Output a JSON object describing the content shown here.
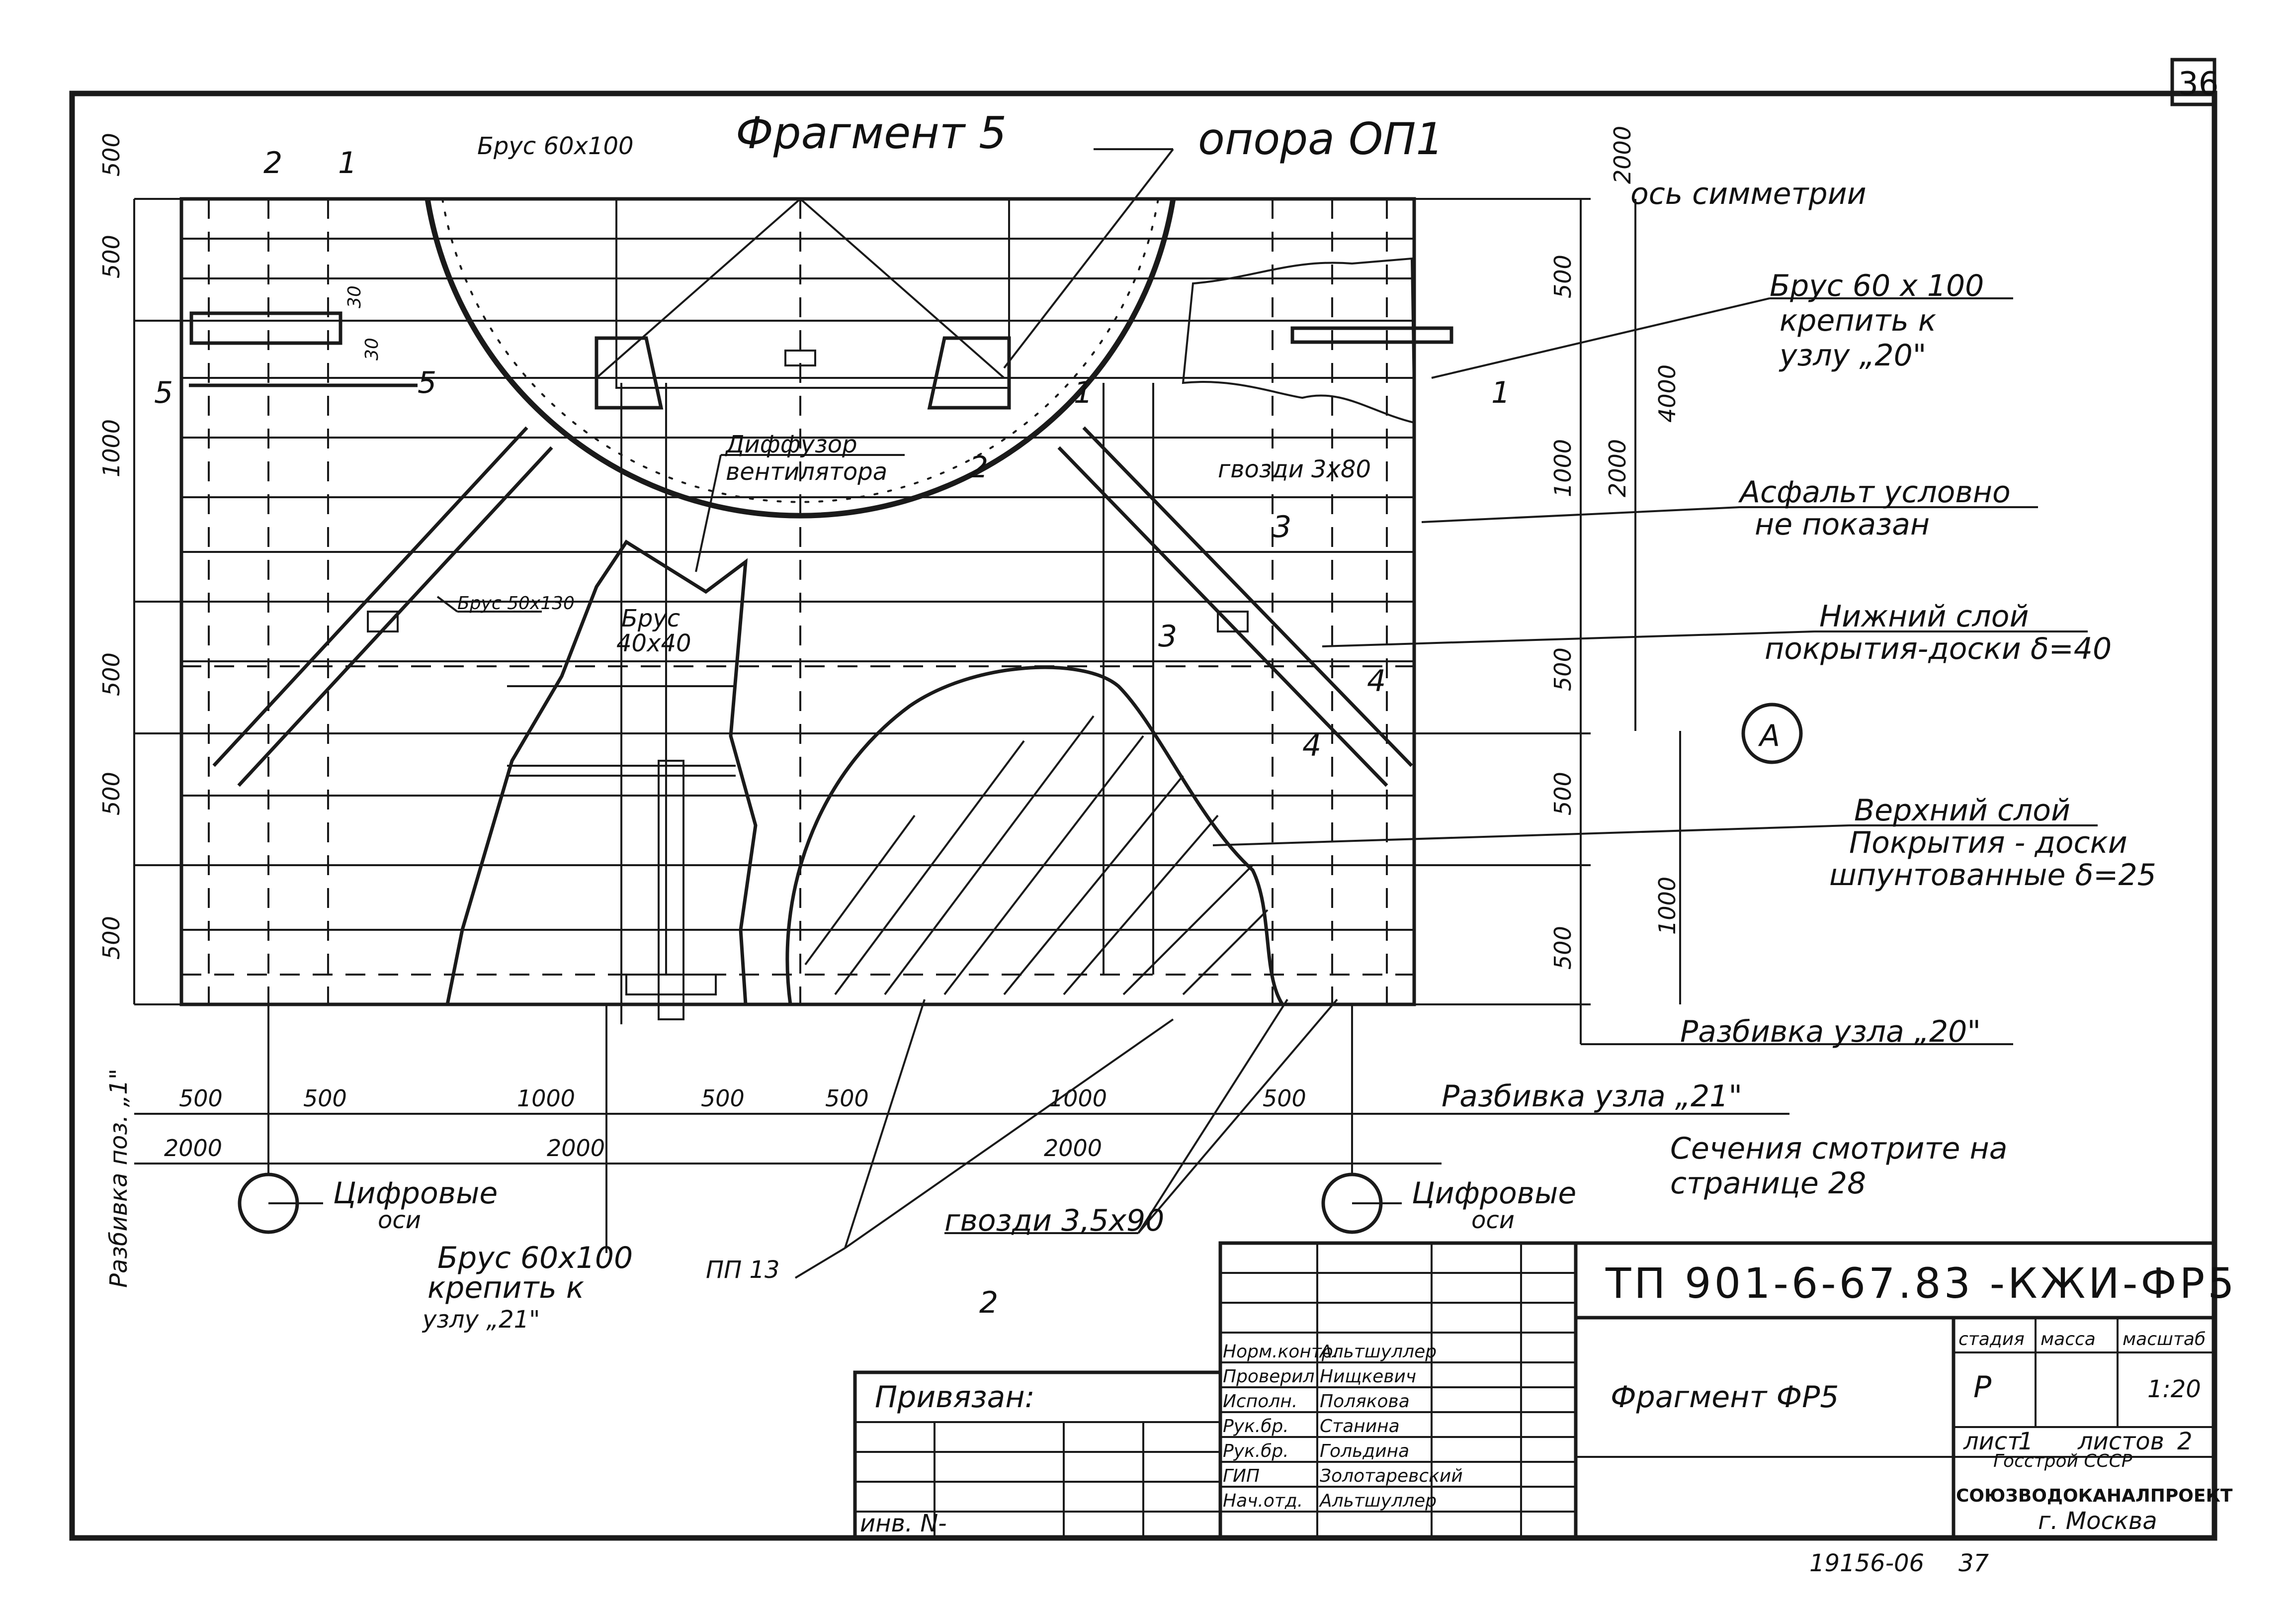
{
  "sheet_number": "36",
  "title": "Фрагмент 5",
  "labels": {
    "opora": "опора ОП1",
    "os_simmetrii": "ось симметрии",
    "brus_top_left": "Брус 60х100",
    "brus_right_1": "Брус 60 х 100",
    "brus_right_2": "крепить к",
    "brus_right_3": "узлу „20\"",
    "diffuzor_1": "Диффузор",
    "diffuzor_2": "вентилятора",
    "gvozdi_1": "гвозди 3х80",
    "asfalt_1": "Асфальт условно",
    "asfalt_2": "не показан",
    "brus_5030": "Брус 50х130",
    "brus_4040_1": "Брус",
    "brus_4040_2": "40х40",
    "nizh_1": "Нижний слой",
    "nizh_2": "покрытия-доски δ=40",
    "verh_1": "Верхний слой",
    "verh_2": "Покрытия - доски",
    "verh_3": "шпунтованные δ=25",
    "razbivka_20": "Разбивка узла „20\"",
    "razbivka_21": "Разбивка узла „21\"",
    "secheniya_1": "Сечения смотрите на",
    "secheniya_2": "странице 28",
    "cifr_osi_left_1": "Цифровые",
    "cifr_osi_left_2": "оси",
    "cifr_osi_right_1": "Цифровые",
    "cifr_osi_right_2": "оси",
    "gvozdi_2": "гвозди 3,5х90",
    "pp13": "ПП 13",
    "brus_bottom_1": "Брус 60х100",
    "brus_bottom_2": "крепить к",
    "brus_bottom_3": "узлу „21\"",
    "razbivka_side": "Разбивка поз. „1\"",
    "axis_a": "А",
    "mark_1": "1",
    "mark_2": "2",
    "sec_5": "5",
    "sec_1a": "1",
    "sec_1b": "1",
    "sec_2a": "2",
    "sec_2b": "2",
    "sec_3a": "3",
    "sec_3b": "3",
    "sec_4a": "4",
    "sec_4b": "4"
  },
  "dims": {
    "left": [
      "500",
      "500",
      "1000",
      "500",
      "500",
      "500"
    ],
    "right": [
      "2000",
      "500",
      "2000",
      "1000",
      "4000",
      "500",
      "500",
      "500",
      "1000"
    ],
    "bottom_row1": [
      "500",
      "500",
      "1000",
      "500",
      "500",
      "1000",
      "500"
    ],
    "bottom_row2": [
      "2000",
      "2000",
      "2000"
    ],
    "small": [
      "30",
      "30"
    ]
  },
  "title_block": {
    "doc_code": "ТП 901-6-67.83 -КЖИ-ФР5",
    "sheet_title": "Фрагмент ФР5",
    "stage_h": "стадия",
    "mass_h": "масса",
    "scale_h": "масштаб",
    "stage": "Р",
    "mass": "",
    "scale": "1:20",
    "sheet_label": "лист",
    "sheet_no": "1",
    "sheets_label": "листов",
    "sheets_total": "2",
    "org_1": "Госстрой СССР",
    "org_2": "СОЮЗВОДОКАНАЛПРОЕКТ",
    "org_3": "г. Москва",
    "roles": [
      "Норм.контр.",
      "Проверил",
      "Исполн.",
      "Рук.бр.",
      "Рук.бр.",
      "ГИП",
      "Нач.отд."
    ],
    "names": [
      "Альтшуллер",
      "Нищкевич",
      "Полякова",
      "Станина",
      "Гольдина",
      "Золотаревский",
      "Альтшуллер"
    ],
    "privyazan": "Привязан:",
    "inv": "инв. N-",
    "footer_num": "19156-06",
    "footer_page": "37"
  }
}
